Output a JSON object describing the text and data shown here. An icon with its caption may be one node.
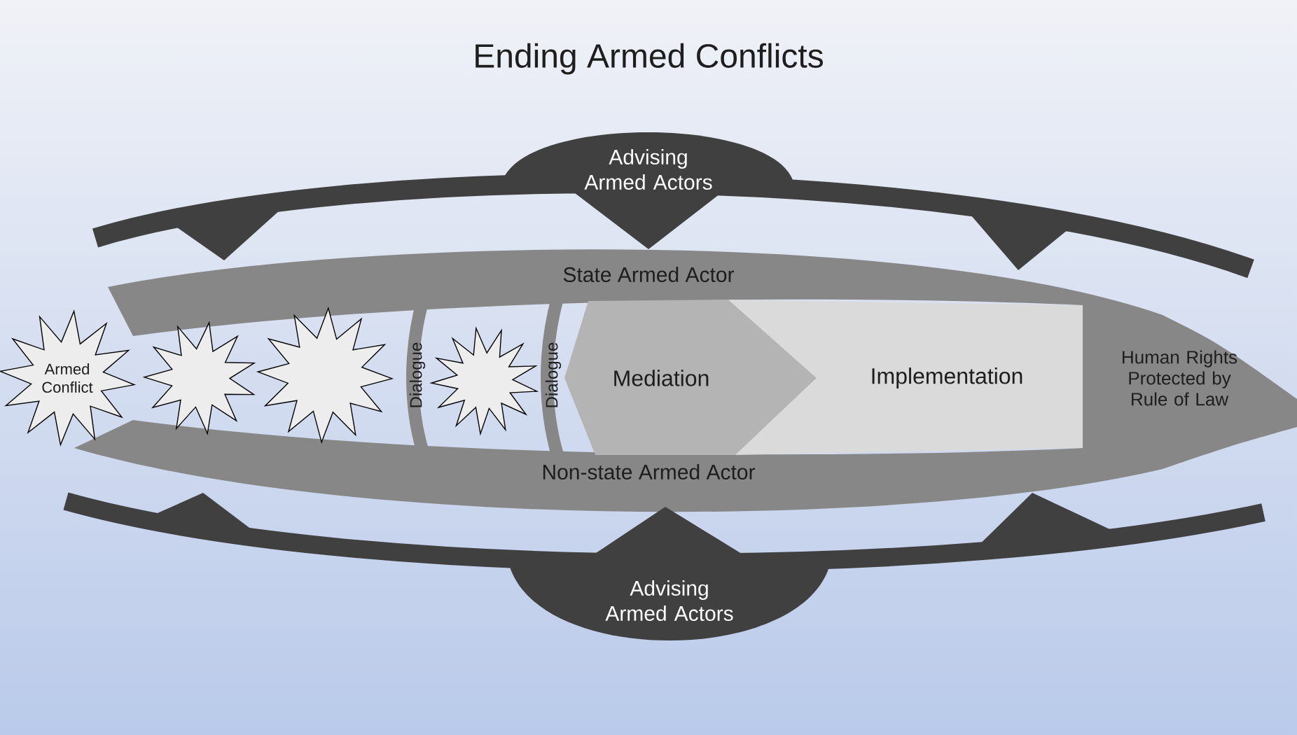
{
  "diagram": {
    "title": "Ending Armed Conflicts",
    "nodes": [
      {
        "text": [
          "Advising Armed Actors"
        ]
      },
      {
        "text": [
          "State Armed Actor"
        ]
      },
      {
        "text": [
          "Armed Conflict"
        ]
      },
      {
        "text": [],
        "shape": "star"
      },
      {
        "text": [],
        "shape": "star"
      },
      {
        "text": [
          "Dialogue"
        ]
      },
      {
        "text": [],
        "shape": "star"
      },
      {
        "text": [
          "Dialogue"
        ]
      },
      {
        "text": [
          "Mediation"
        ]
      },
      {
        "text": [
          "Implementation"
        ]
      },
      {
        "text": [
          "Human Rights Protected by Rule of Law"
        ]
      },
      {
        "text": [
          "Non-state Armed Actor"
        ]
      },
      {
        "text": [
          "Advising Armed Actors"
        ]
      }
    ]
  }
}
